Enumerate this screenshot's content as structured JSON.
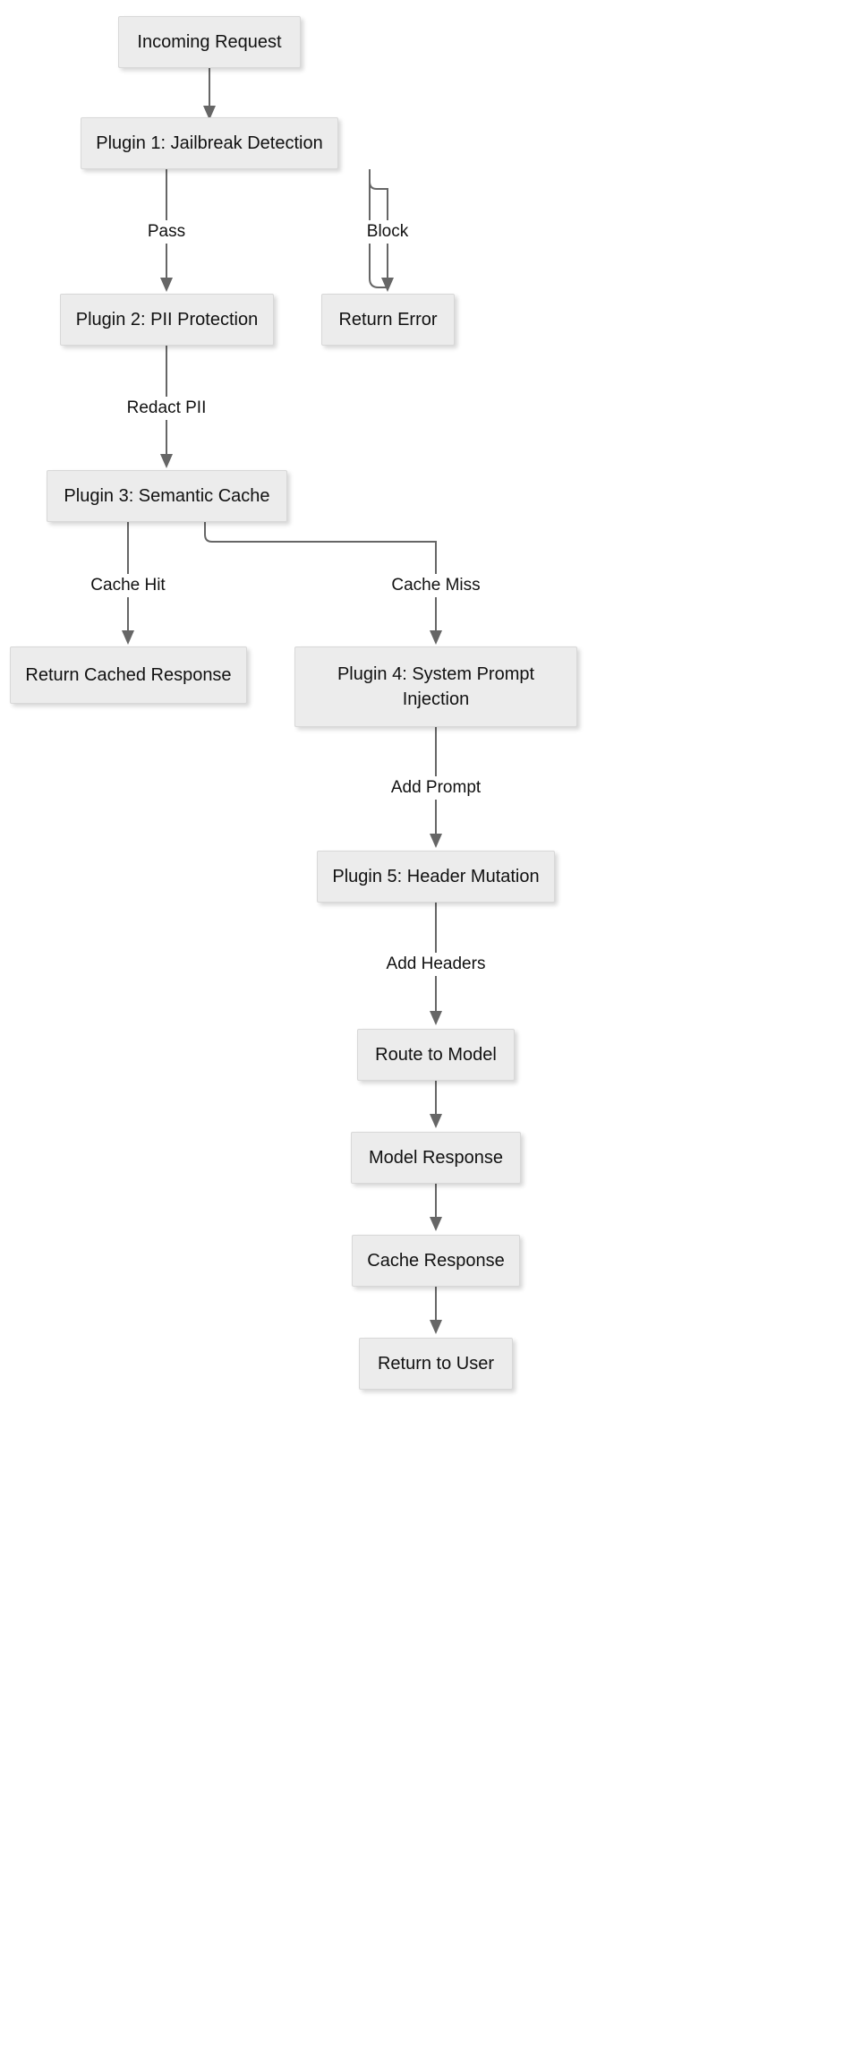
{
  "diagram": {
    "type": "flowchart",
    "orientation": "top-down",
    "background_color": "#ffffff",
    "node_fill_color": "#ececec",
    "node_border_color": "#d8d8d8",
    "edge_color": "#666666",
    "text_color": "#111111",
    "nodes": [
      {
        "id": "incoming-request",
        "label": "Incoming Request"
      },
      {
        "id": "plugin-1",
        "label": "Plugin 1: Jailbreak Detection"
      },
      {
        "id": "return-error",
        "label": "Return Error"
      },
      {
        "id": "plugin-2",
        "label": "Plugin 2: PII Protection"
      },
      {
        "id": "plugin-3",
        "label": "Plugin 3: Semantic Cache"
      },
      {
        "id": "return-cached-response",
        "label": "Return Cached Response"
      },
      {
        "id": "plugin-4",
        "label": "Plugin 4: System Prompt Injection"
      },
      {
        "id": "plugin-5",
        "label": "Plugin 5: Header Mutation"
      },
      {
        "id": "route-to-model",
        "label": "Route to Model"
      },
      {
        "id": "model-response",
        "label": "Model Response"
      },
      {
        "id": "cache-response",
        "label": "Cache Response"
      },
      {
        "id": "return-to-user",
        "label": "Return to User"
      }
    ],
    "edges": [
      {
        "from": "incoming-request",
        "to": "plugin-1",
        "label": ""
      },
      {
        "from": "plugin-1",
        "to": "plugin-2",
        "label": "Pass"
      },
      {
        "from": "plugin-1",
        "to": "return-error",
        "label": "Block"
      },
      {
        "from": "plugin-2",
        "to": "plugin-3",
        "label": "Redact PII"
      },
      {
        "from": "plugin-3",
        "to": "return-cached-response",
        "label": "Cache Hit"
      },
      {
        "from": "plugin-3",
        "to": "plugin-4",
        "label": "Cache Miss"
      },
      {
        "from": "plugin-4",
        "to": "plugin-5",
        "label": "Add Prompt"
      },
      {
        "from": "plugin-5",
        "to": "route-to-model",
        "label": "Add Headers"
      },
      {
        "from": "route-to-model",
        "to": "model-response",
        "label": ""
      },
      {
        "from": "model-response",
        "to": "cache-response",
        "label": ""
      },
      {
        "from": "cache-response",
        "to": "return-to-user",
        "label": ""
      }
    ]
  }
}
